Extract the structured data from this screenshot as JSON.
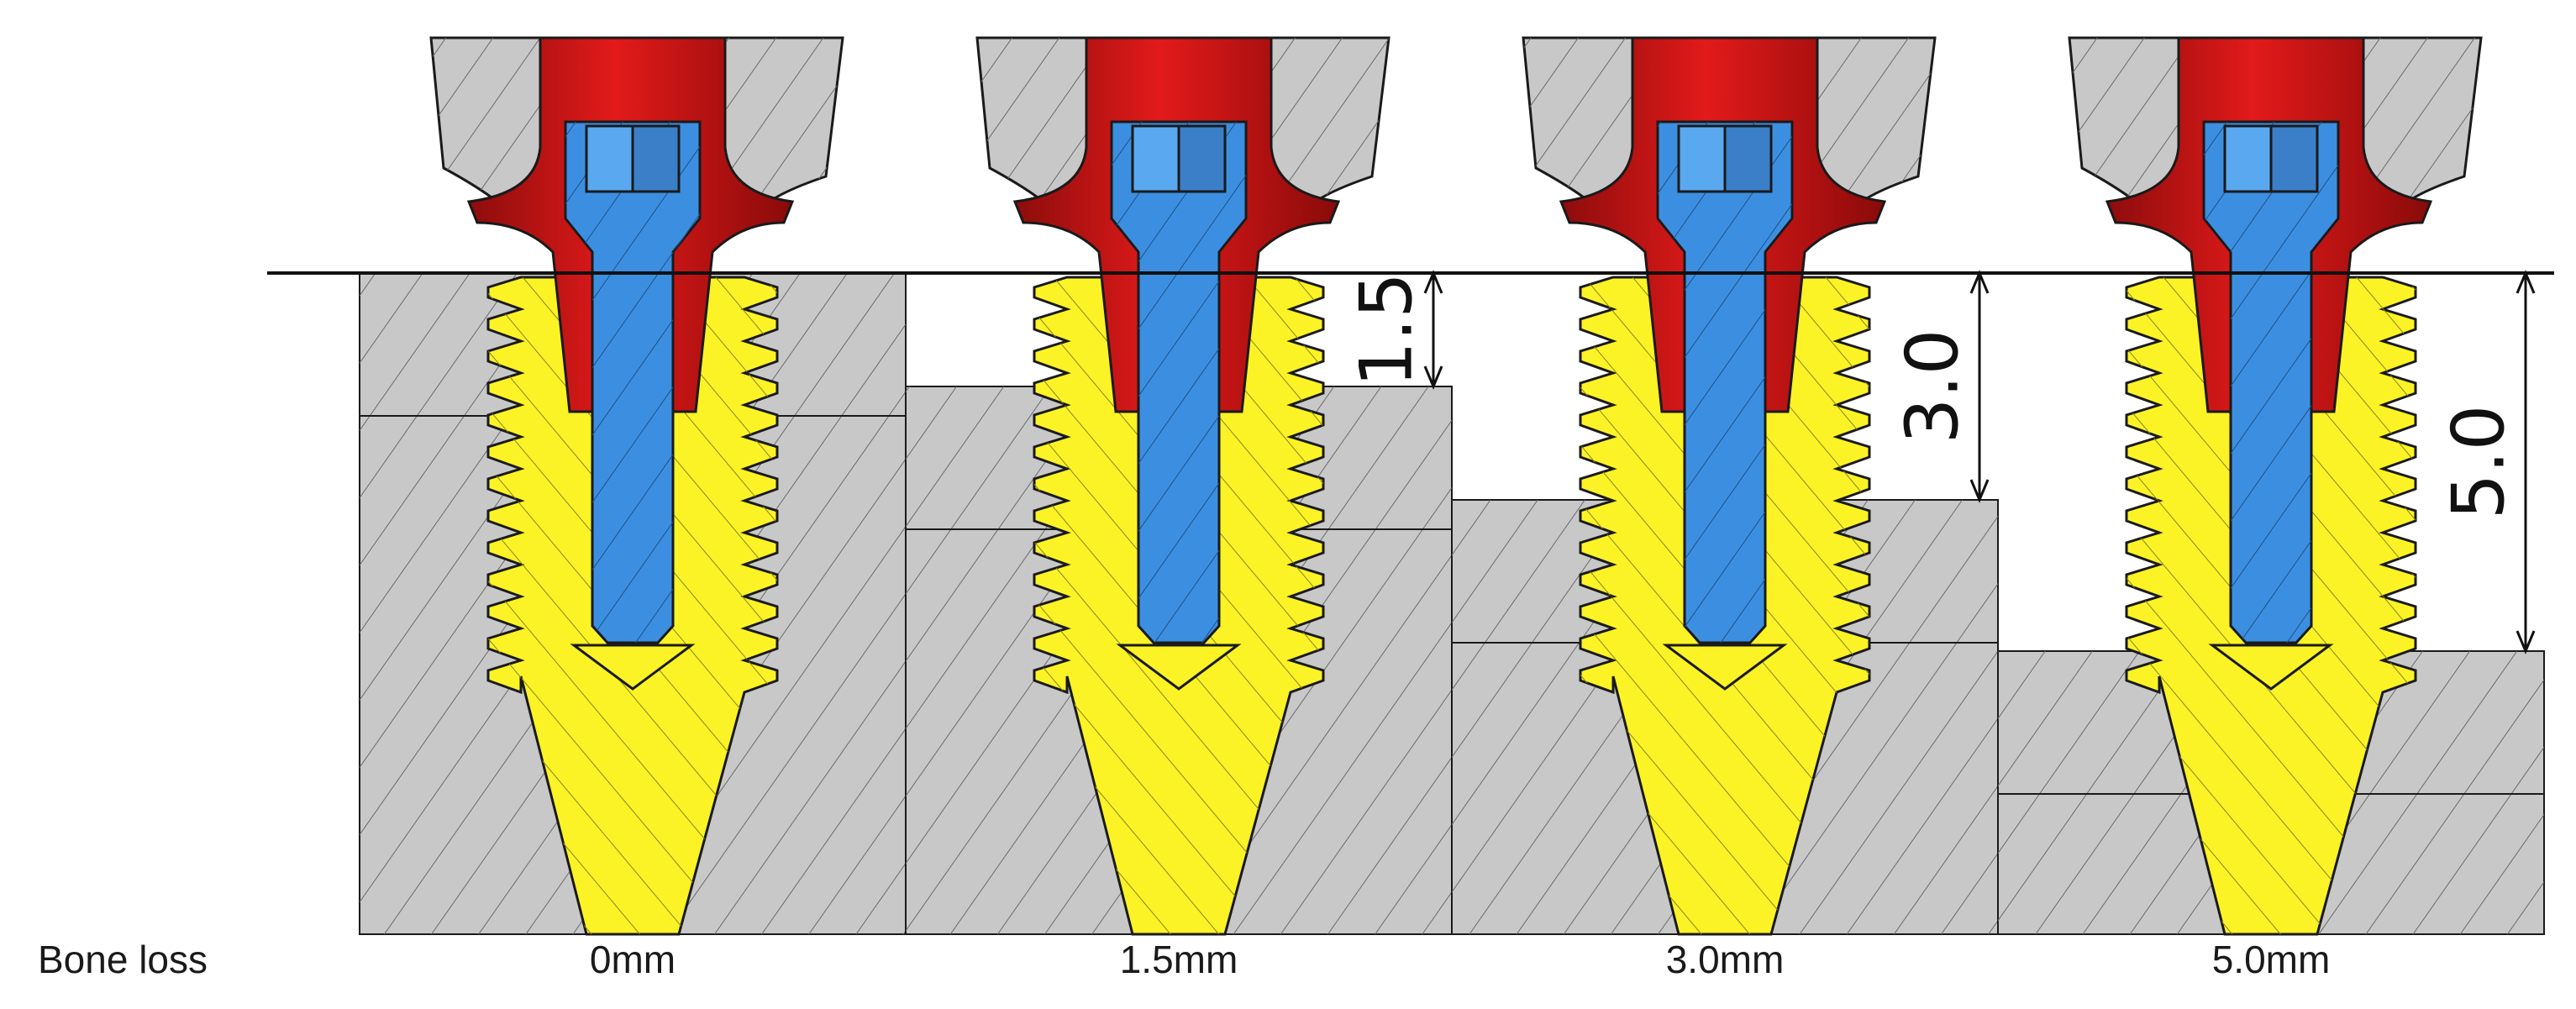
{
  "row_label": "Bone loss",
  "panels": [
    {
      "caption": "0mm",
      "bone_loss_mm": 0.0
    },
    {
      "caption": "1.5mm",
      "bone_loss_mm": 1.5,
      "dimension_label": "1.5"
    },
    {
      "caption": "3.0mm",
      "bone_loss_mm": 3.0,
      "dimension_label": "3.0"
    },
    {
      "caption": "5.0mm",
      "bone_loss_mm": 5.0,
      "dimension_label": "5.0"
    }
  ],
  "colors": {
    "bone": "#c8c8c8",
    "implant": "#fbf325",
    "abutment": "#c81414",
    "screw": "#3c8fe0",
    "outline": "#1a1a1a"
  }
}
